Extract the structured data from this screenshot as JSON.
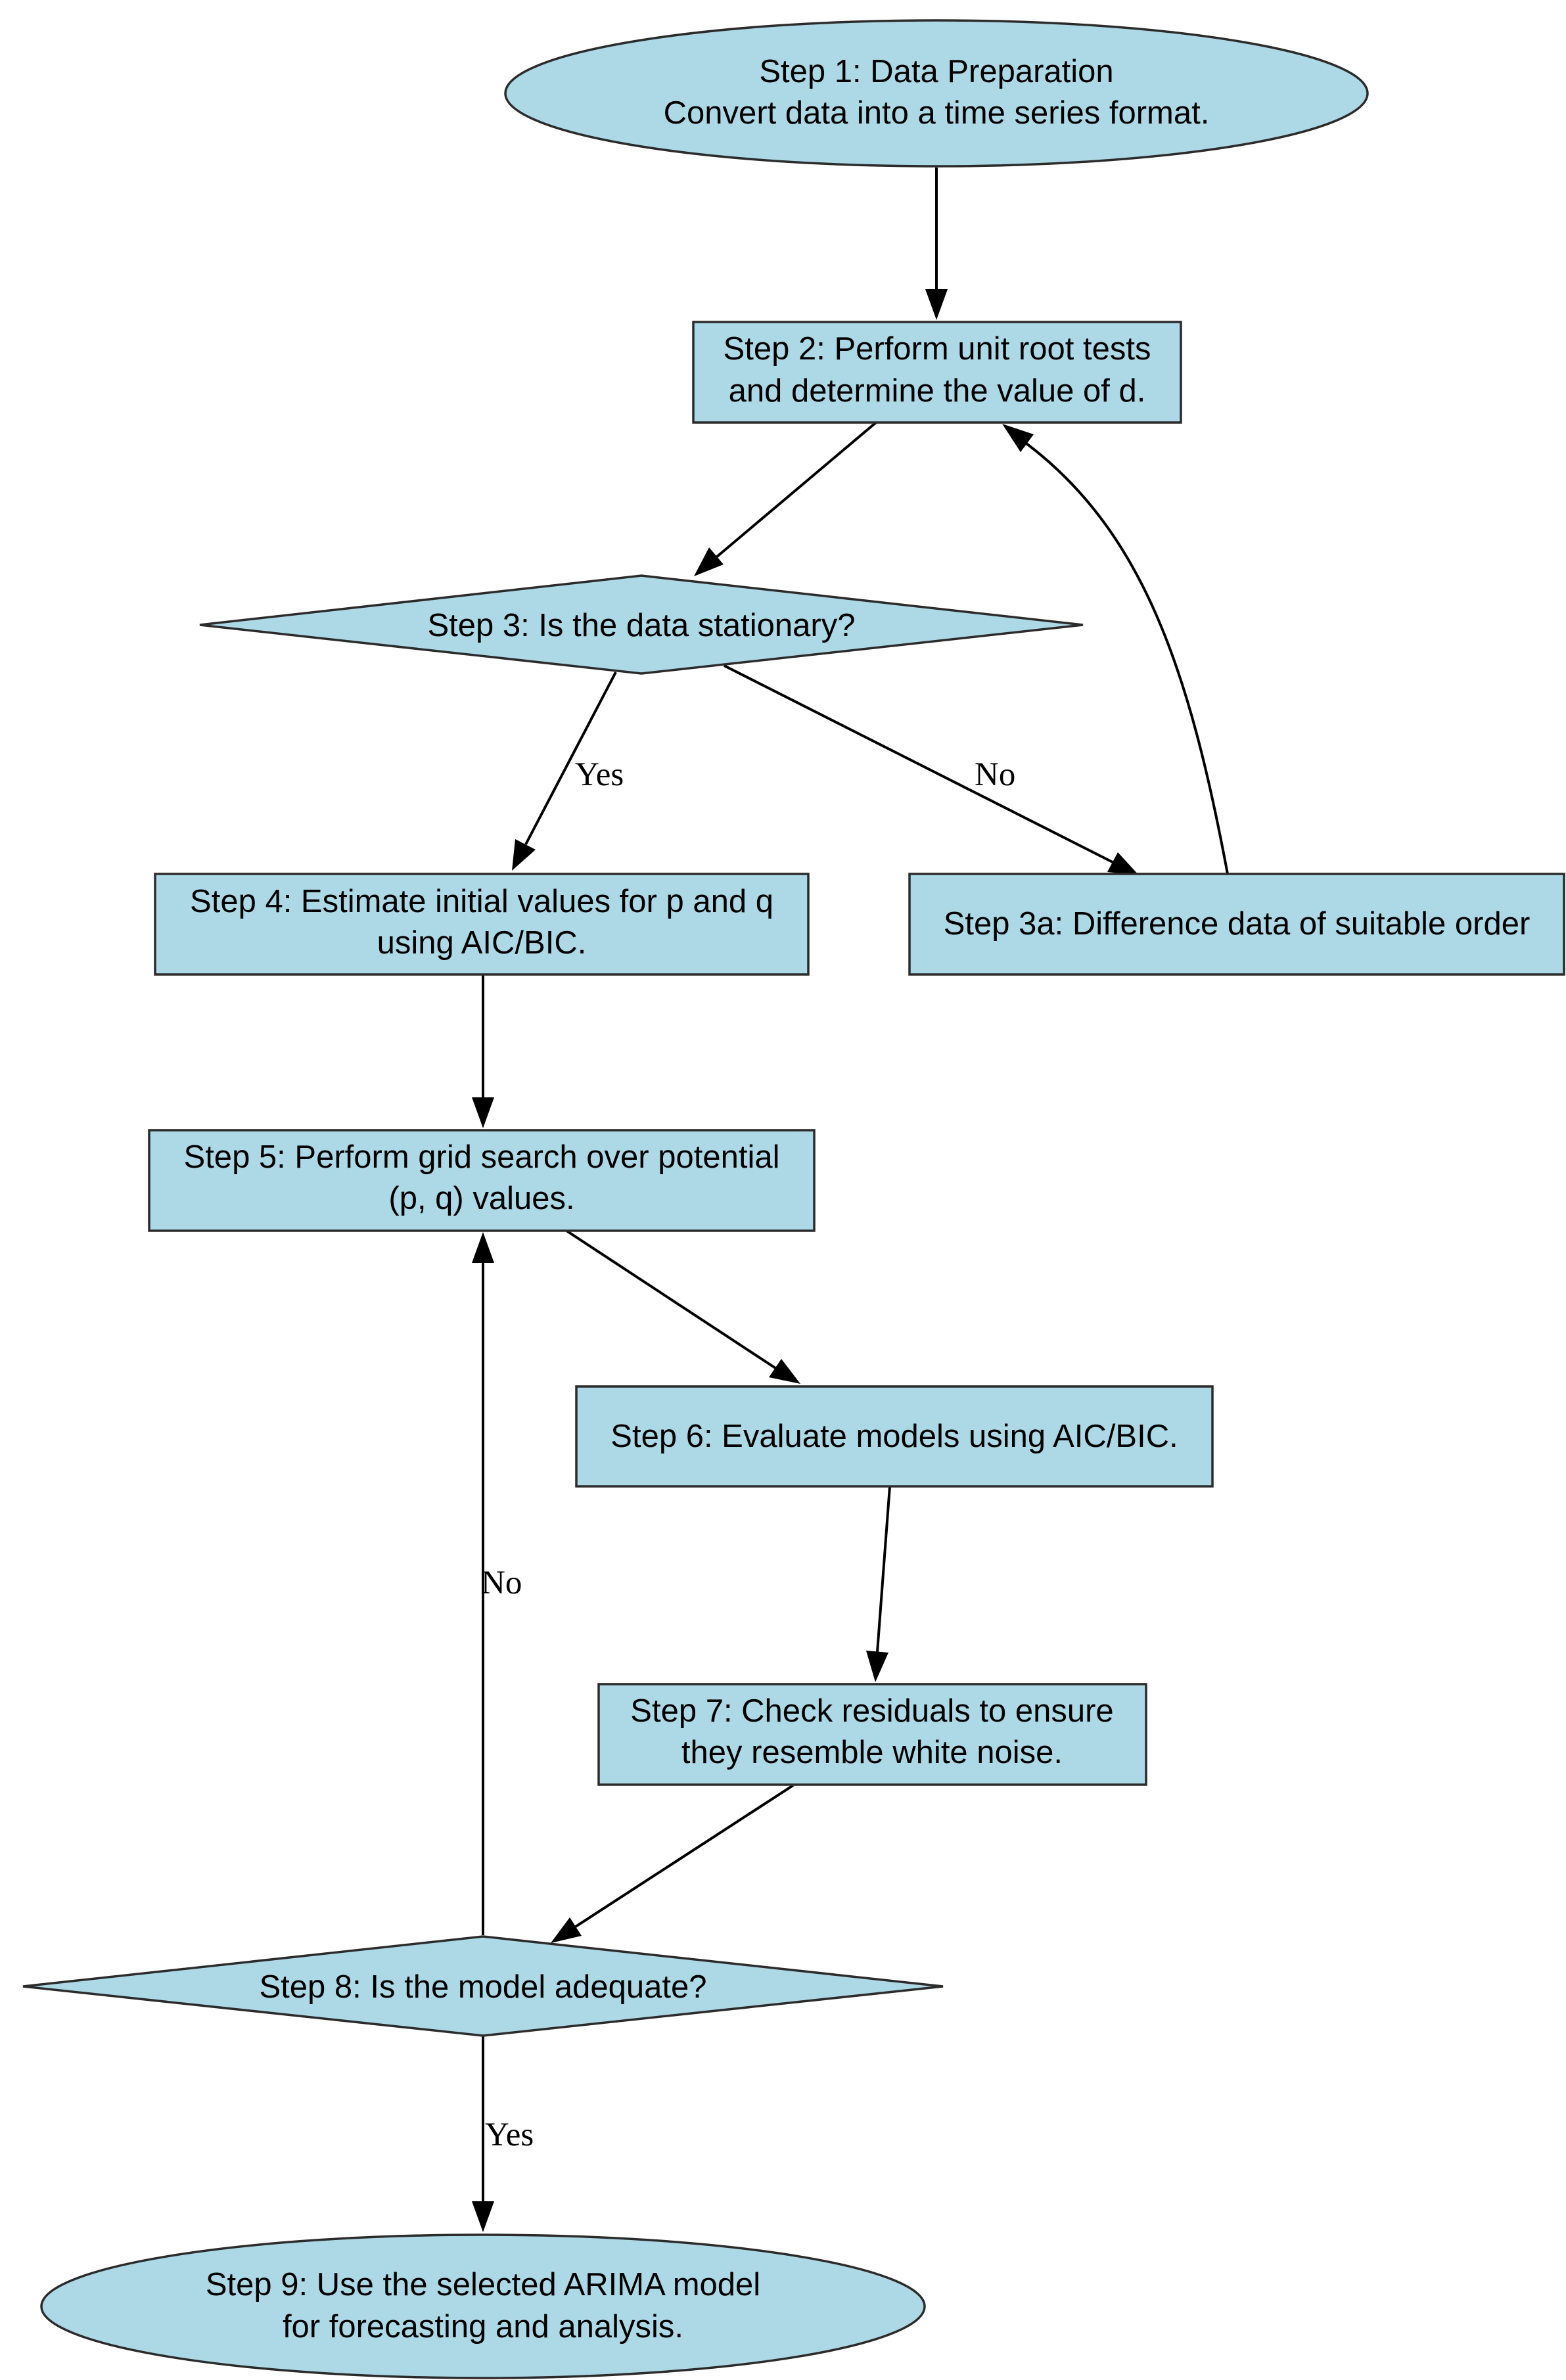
{
  "nodes": {
    "step1": {
      "line1": "Step 1: Data Preparation",
      "line2": "Convert data into a time series format."
    },
    "step2": {
      "line1": "Step 2: Perform unit root tests",
      "line2": "and determine the value of d."
    },
    "step3": {
      "line1": "Step 3: Is the data stationary?"
    },
    "step3a": {
      "line1": "Step 3a: Difference data of suitable order"
    },
    "step4": {
      "line1": "Step 4: Estimate initial values for p and q",
      "line2": "using AIC/BIC."
    },
    "step5": {
      "line1": "Step 5: Perform grid search over potential",
      "line2": "(p, q) values."
    },
    "step6": {
      "line1": "Step 6: Evaluate models using AIC/BIC."
    },
    "step7": {
      "line1": "Step 7: Check residuals to ensure",
      "line2": "they resemble white noise."
    },
    "step8": {
      "line1": "Step 8: Is the model adequate?"
    },
    "step9": {
      "line1": "Step 9: Use the selected ARIMA model",
      "line2": "for forecasting and analysis."
    }
  },
  "edges": {
    "step3_yes": "Yes",
    "step3_no": "No",
    "step8_no": "No",
    "step8_yes": "Yes"
  },
  "colors": {
    "node_fill": "#add8e6",
    "node_stroke": "#2b2b2b",
    "edge": "#000000"
  }
}
